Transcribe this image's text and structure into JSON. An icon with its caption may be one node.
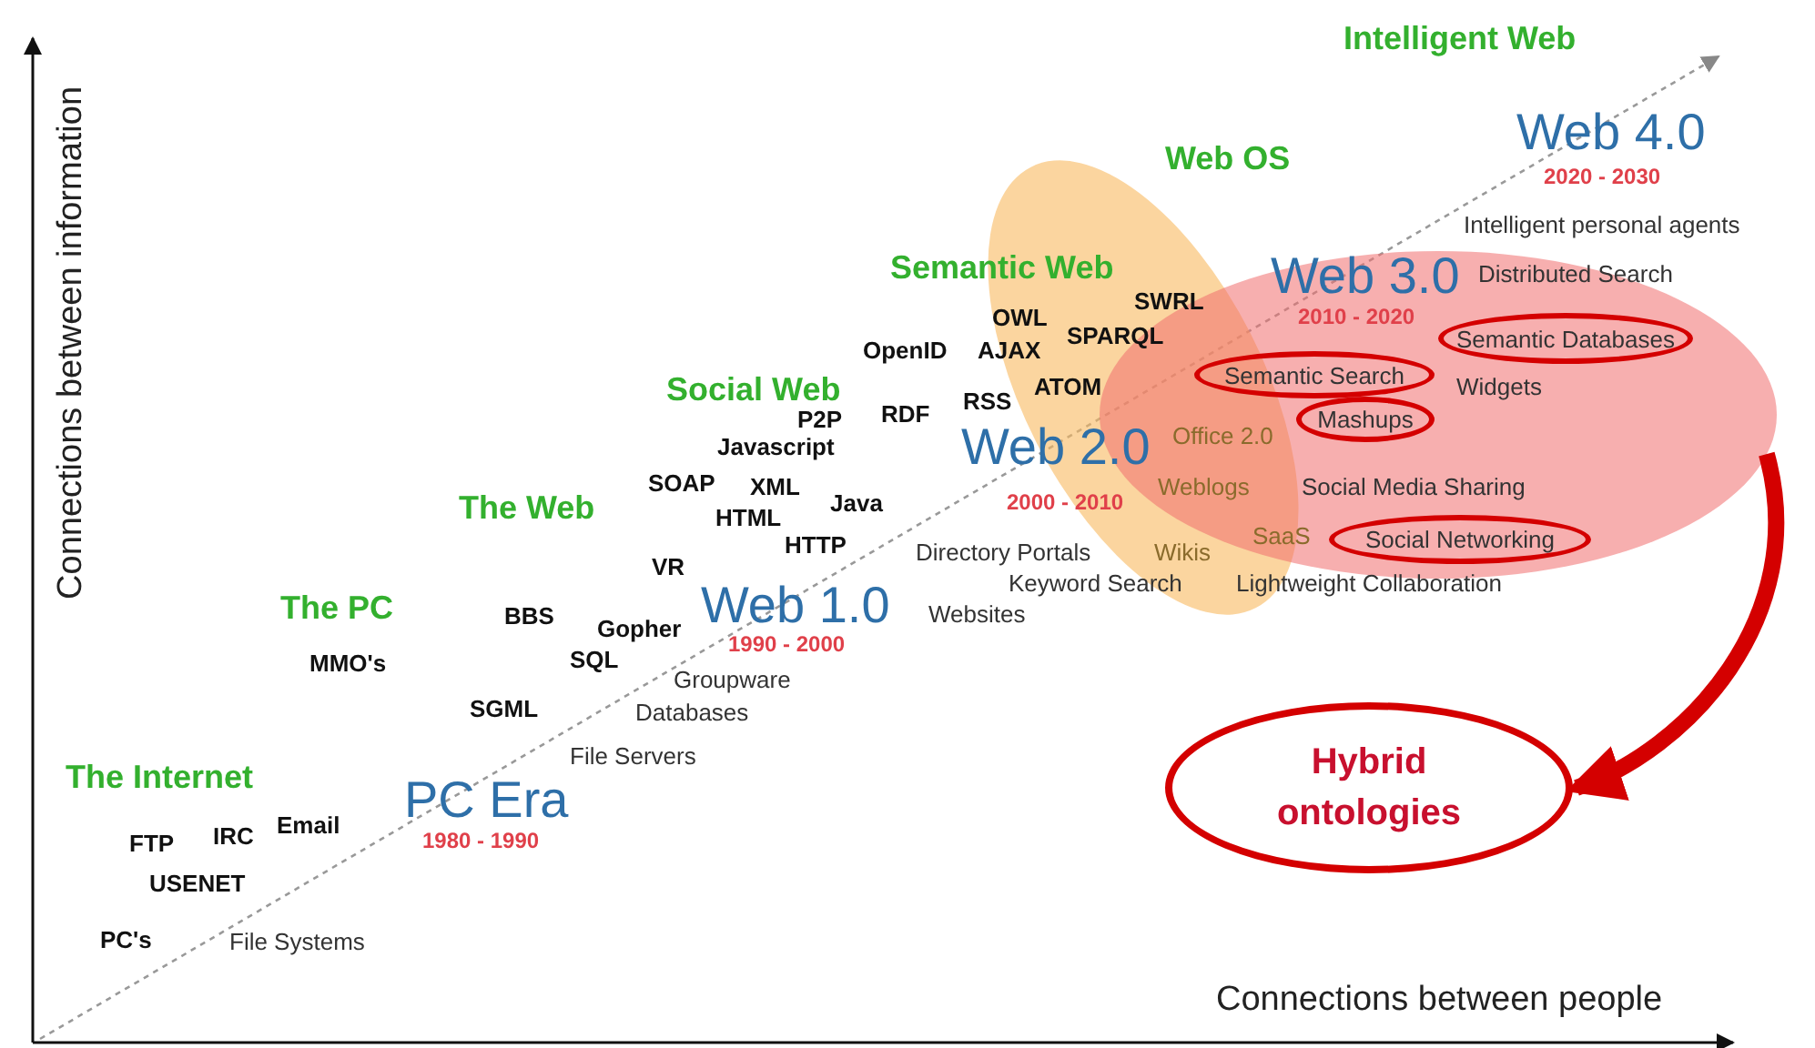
{
  "diagram": {
    "nodes": [
      {
        "text": [],
        "shape": "ellipse"
      },
      {
        "text": [],
        "shape": "ellipse"
      },
      {
        "text": [
          "Semantic Databases"
        ],
        "in": 1
      },
      {
        "text": [
          "Semantic Search"
        ],
        "in": 1
      },
      {
        "text": [
          "Mashups"
        ],
        "in": 1
      },
      {
        "text": [
          "Social Networking"
        ],
        "in": 1
      },
      {
        "text": [
          "Hybrid ontologies"
        ]
      }
    ],
    "edges": [
      {
        "from": 1,
        "to": 6,
        "arrow": "to",
        "color": "#d40000"
      }
    ],
    "labels": [
      "Intelligent Web",
      "Web 4.0",
      "2020 - 2030",
      "Intelligent personal agents",
      "Web OS",
      "Semantic Web",
      "Web 3.0",
      "Distributed Search",
      "SWRL",
      "OWL",
      "2010 - 2020",
      "SPARQL",
      "OpenID",
      "AJAX",
      "Social Web",
      "ATOM",
      "RSS",
      "Widgets",
      "P2P",
      "RDF",
      "Javascript",
      "Web 2.0",
      "Office 2.0",
      "SOAP",
      "XML",
      "Java",
      "The Web",
      "2000 - 2010",
      "Weblogs",
      "Social Media Sharing",
      "HTML",
      "HTTP",
      "SaaS",
      "Directory Portals",
      "Wikis",
      "VR",
      "Web 1.0",
      "Keyword Search",
      "Lightweight Collaboration",
      "The PC",
      "BBS",
      "Websites",
      "Gopher",
      "1990 - 2000",
      "MMO's",
      "SQL",
      "Groupware",
      "SGML",
      "Databases",
      "File Servers",
      "The Internet",
      "PC Era",
      "FTP",
      "IRC",
      "Email",
      "1980 - 1990",
      "USENET",
      "PC's",
      "File Systems",
      "Connections between information",
      "Connections between people"
    ]
  }
}
